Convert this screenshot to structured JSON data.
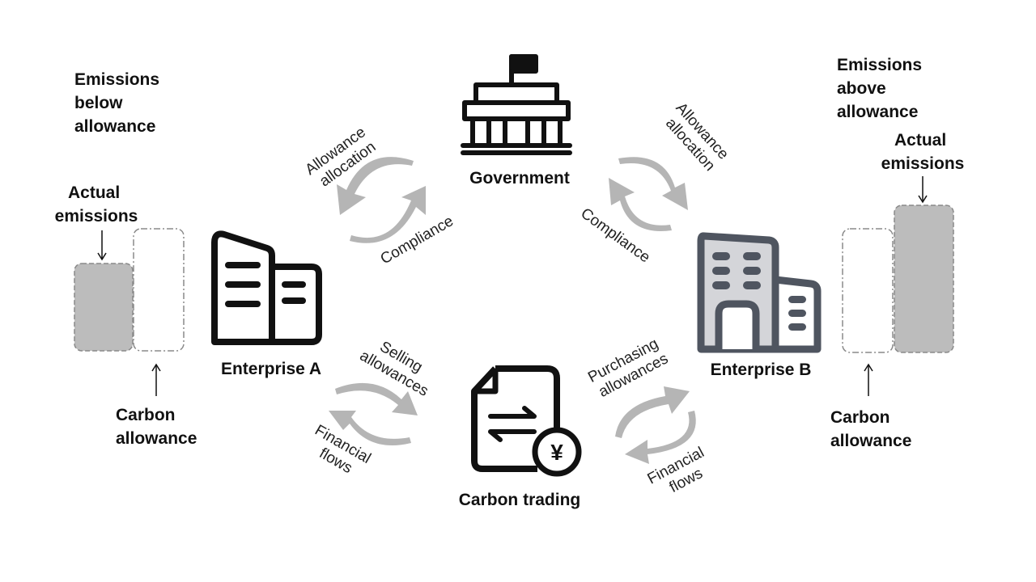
{
  "nodes": {
    "government": "Government",
    "enterprise_a": "Enterprise A",
    "enterprise_b": "Enterprise B",
    "carbon_trading": "Carbon trading"
  },
  "left_panel": {
    "status": [
      "Emissions",
      "below",
      "allowance"
    ],
    "actual": [
      "Actual",
      "emissions"
    ],
    "allowance": [
      "Carbon",
      "allowance"
    ]
  },
  "right_panel": {
    "status": [
      "Emissions",
      "above",
      "allowance"
    ],
    "actual": [
      "Actual",
      "emissions"
    ],
    "allowance": [
      "Carbon",
      "allowance"
    ]
  },
  "flows": {
    "gov_a_allocation": [
      "Allowance",
      "allocation"
    ],
    "gov_a_compliance": "Compliance",
    "gov_b_allocation": [
      "Allowance",
      "allocation"
    ],
    "gov_b_compliance": "Compliance",
    "a_trade_selling": [
      "Selling",
      "allowances"
    ],
    "a_trade_financial": [
      "Financial",
      "flows"
    ],
    "b_trade_purchasing": [
      "Purchasing",
      "allowances"
    ],
    "b_trade_financial": [
      "Financial",
      "flows"
    ]
  },
  "icons": {
    "currency_symbol": "¥",
    "government": "government-building-icon",
    "enterprise_a": "office-building-icon",
    "enterprise_b": "office-building-icon",
    "carbon_trading": "exchange-document-icon"
  },
  "colors": {
    "bar_fill": "#bcbcbc",
    "arrow": "#b5b5b5",
    "enterprise_b_icon": "#4f5560",
    "enterprise_b_fill": "#d4d5d9"
  }
}
